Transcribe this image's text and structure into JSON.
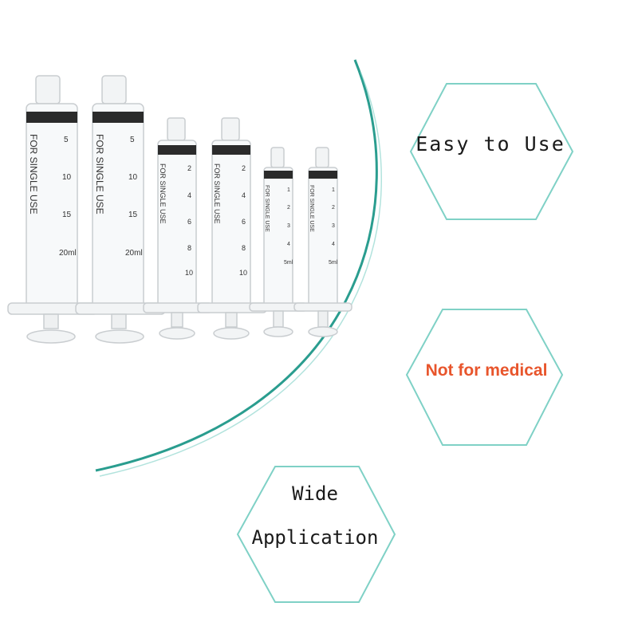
{
  "colors": {
    "hex_stroke": "#7fd1c6",
    "arc": "#2a9d8f",
    "warning_text": "#e8552c"
  },
  "features": [
    {
      "label": "Easy to Use"
    },
    {
      "label": "Not for medical"
    },
    {
      "label_line1": "Wide",
      "label_line2": "Application"
    }
  ],
  "syringes": [
    {
      "print": "FOR SINGLE USE",
      "scale": [
        "5",
        "10",
        "15",
        "20ml"
      ]
    },
    {
      "print": "FOR SINGLE USE",
      "scale": [
        "5",
        "10",
        "15",
        "20ml"
      ]
    },
    {
      "print": "FOR SINGLE USE",
      "scale": [
        "2",
        "4",
        "6",
        "8",
        "10"
      ]
    },
    {
      "print": "FOR SINGLE USE",
      "scale": [
        "2",
        "4",
        "6",
        "8",
        "10"
      ]
    },
    {
      "print": "FOR SINGLE USE",
      "scale": [
        "1",
        "2",
        "3",
        "4",
        "5ml"
      ]
    },
    {
      "print": "FOR SINGLE USE",
      "scale": [
        "1",
        "2",
        "3",
        "4",
        "5ml"
      ]
    }
  ]
}
